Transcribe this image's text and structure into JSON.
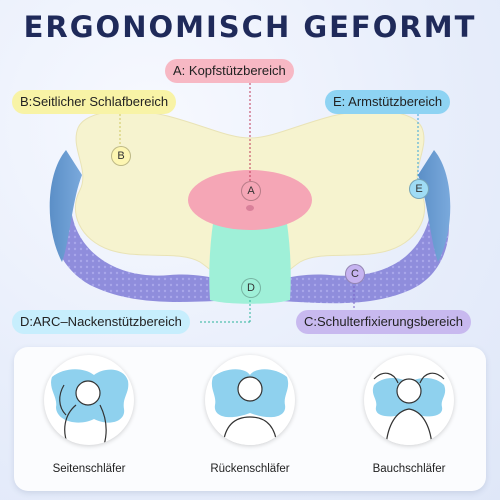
{
  "title": "ERGONOMISCH GEFORMT",
  "labels": {
    "a": "A: Kopfstützbereich",
    "b": "B:Seitlicher Schlafbereich",
    "e": "E: Armstützbereich",
    "d": "D:ARC–Nackenstützbereich",
    "c": "C:Schulterfixierungsbereich"
  },
  "markers": {
    "a": "A",
    "b": "B",
    "c": "C",
    "d": "D",
    "e": "E"
  },
  "positions": [
    "Seitenschläfer",
    "Rückenschläfer",
    "Bauchschläfer"
  ],
  "colors": {
    "title": "#1f2a5a",
    "zone_a": "#f5a6b6",
    "zone_b": "#fdf6b2",
    "zone_c": "#c6b3f0",
    "zone_d": "#9ff0d8",
    "zone_e": "#9fdcf5",
    "pillow_side": "#8f8ddc"
  }
}
